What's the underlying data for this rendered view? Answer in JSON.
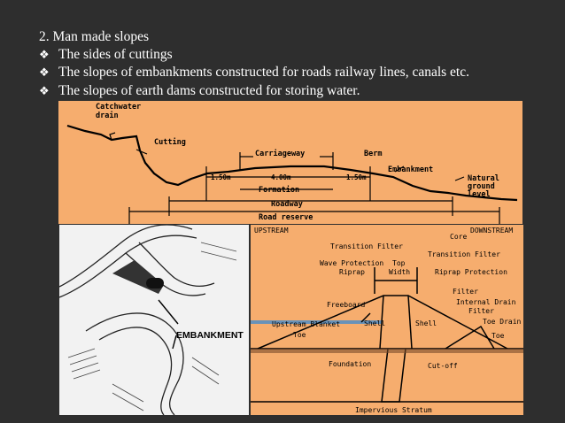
{
  "slide": {
    "heading": "2. Man made slopes",
    "bullet_glyph": "❖",
    "bullets": [
      "The sides of cuttings",
      "The slopes of embankments constructed for roads railway lines, canals etc.",
      "The slopes of earth dams constructed for storing water."
    ]
  },
  "road_diagram": {
    "catchwater_drain": [
      "Catchwater",
      "drain"
    ],
    "cutting": "Cutting",
    "carriageway": "Carriageway",
    "berm": "Berm",
    "embankment": "Embankment",
    "natural_ground": [
      "Natural",
      "ground",
      "level"
    ],
    "dim_left": "1.50m",
    "dim_center": "4.00m",
    "dim_right": "1.50m",
    "formation": "Formation",
    "roadway": "Roadway",
    "road_reserve": "Road reserve"
  },
  "sketch": {
    "label": "EMBANKMENT"
  },
  "dam_diagram": {
    "upstream": "UPSTREAM",
    "downstream": "DOWNSTREAM",
    "core": "Core",
    "transition_filter_1": "Transition Filter",
    "transition_filter_2": "Transition Filter",
    "wave_protection": "Wave Protection",
    "riprap": "Riprap",
    "top_width": [
      "Top",
      "Width"
    ],
    "riprap_protection": "Riprap Protection",
    "filter": "Filter",
    "internal_drain": "Internal Drain",
    "filter_2": "Filter",
    "toe_drain": "Toe Drain",
    "toe_right": "Toe",
    "freeboard": "Freeboard",
    "upstream_blanket": "Upstream Blanket",
    "toe_left": "Toe",
    "shell_left": "Shell",
    "shell_right": "Shell",
    "foundation": "Foundation",
    "cutoff": "Cut-off",
    "impervious": "Impervious Stratum"
  }
}
